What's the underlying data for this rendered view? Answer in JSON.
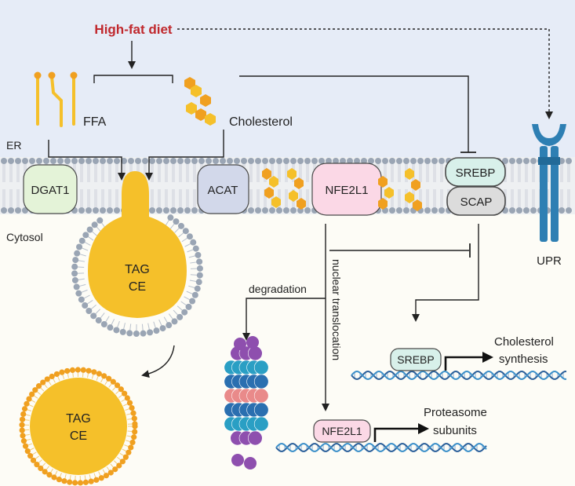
{
  "title": "High-fat diet",
  "labels": {
    "ffa": "FFA",
    "cholesterol": "Cholesterol",
    "er": "ER",
    "cytosol": "Cytosol",
    "upr": "UPR",
    "degradation": "degradation",
    "nuclear_translocation": "nuclear translocation"
  },
  "proteins": {
    "dgat1": "DGAT1",
    "acat": "ACAT",
    "nfe2l1": "NFE2L1",
    "srebp": "SREBP",
    "scap": "SCAP"
  },
  "droplets": {
    "budding_line1": "TAG",
    "budding_line2": "CE",
    "free_line1": "TAG",
    "free_line2": "CE"
  },
  "genes": {
    "srebp_box": "SREBP",
    "cholesterol_synthesis_line1": "Cholesterol",
    "cholesterol_synthesis_line2": "synthesis",
    "nfe2l1_box": "NFE2L1",
    "proteasome_line1": "Proteasome",
    "proteasome_line2": "subunits"
  },
  "colors": {
    "title_red": "#c0282d",
    "lipid_yellow": "#f5c02a",
    "cholesterol_orange": "#f0a020",
    "membrane_head": "#9aa5b4",
    "er_bg": "#e6ecf7",
    "cytosol_bg": "#fdfcf6",
    "dgat1_fill": "#e4f3d8",
    "acat_fill": "#d2d8ea",
    "nfe2l1_fill": "#fbd8e6",
    "srebp_fill": "#d8f0ea",
    "scap_fill": "#dcdcdc",
    "upr_blue": "#2e7fb3",
    "dna_blue": "#2a5f9a"
  }
}
